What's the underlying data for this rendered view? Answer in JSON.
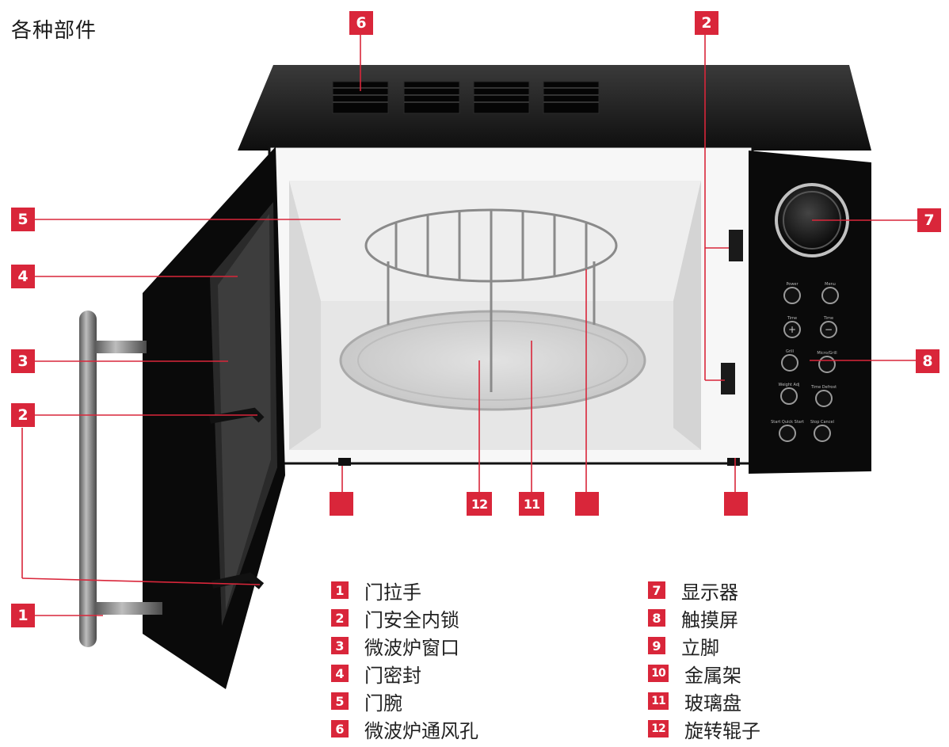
{
  "title": "各种部件",
  "callouts": [
    "6",
    "2",
    "5",
    "4",
    "3",
    "2",
    "1",
    "7",
    "8",
    "12",
    "11"
  ],
  "legend": [
    {
      "num": "1",
      "label": "门拉手"
    },
    {
      "num": "2",
      "label": "门安全内锁"
    },
    {
      "num": "3",
      "label": "微波炉窗口"
    },
    {
      "num": "4",
      "label": "门密封"
    },
    {
      "num": "5",
      "label": "门腕"
    },
    {
      "num": "6",
      "label": "微波炉通风孔"
    },
    {
      "num": "7",
      "label": "显示器"
    },
    {
      "num": "8",
      "label": "触摸屏"
    },
    {
      "num": "9",
      "label": "立脚"
    },
    {
      "num": "10",
      "label": "金属架"
    },
    {
      "num": "11",
      "label": "玻璃盘"
    },
    {
      "num": "12",
      "label": "旋转辊子"
    }
  ],
  "panel_buttons": [
    "Power",
    "Menu",
    "Time",
    "Time",
    "Grill",
    "Micro/Grill",
    "Weight Adj",
    "Time Defrost",
    "Start Quick Start",
    "Stop Cancel"
  ],
  "colors": {
    "accent": "#d9263a",
    "body": "#0d0d0d",
    "cavity": "#e9e9e9"
  }
}
